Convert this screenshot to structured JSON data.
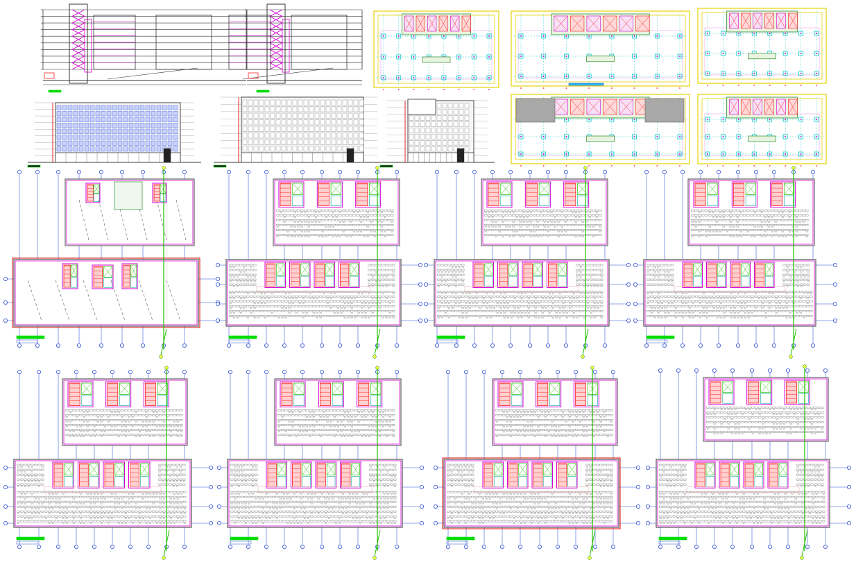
{
  "drawing": {
    "colors": {
      "background": "#ffffff",
      "grid_axis": "#2a4bd7",
      "grid_bubble": "#2a4bd7",
      "wall": "#444444",
      "core_outline": "#d400d4",
      "slab_edge": "#e02020",
      "stair": "#ff2020",
      "riser": "#22c000",
      "furniture": "#00a6a6",
      "label_tag": "#00dd00",
      "yellow_outline": "#e6d200",
      "column": "#00c8c8",
      "glazing": "#3050d0",
      "hatch_pink": "#f0a0a0",
      "hatch_gray": "#a8a8a8"
    },
    "views": {
      "sections": [
        "building-section-left",
        "building-section-right"
      ],
      "elevations": [
        "elevation-front",
        "elevation-rear",
        "elevation-side"
      ],
      "top_plans": [
        "structural-plan-1",
        "structural-plan-2",
        "structural-plan-3",
        "structural-plan-4",
        "structural-plan-5"
      ],
      "floor_plans": [
        "floor-plan-1",
        "floor-plan-2",
        "floor-plan-3",
        "floor-plan-4",
        "floor-plan-5",
        "floor-plan-6",
        "floor-plan-7",
        "floor-plan-8"
      ]
    }
  }
}
